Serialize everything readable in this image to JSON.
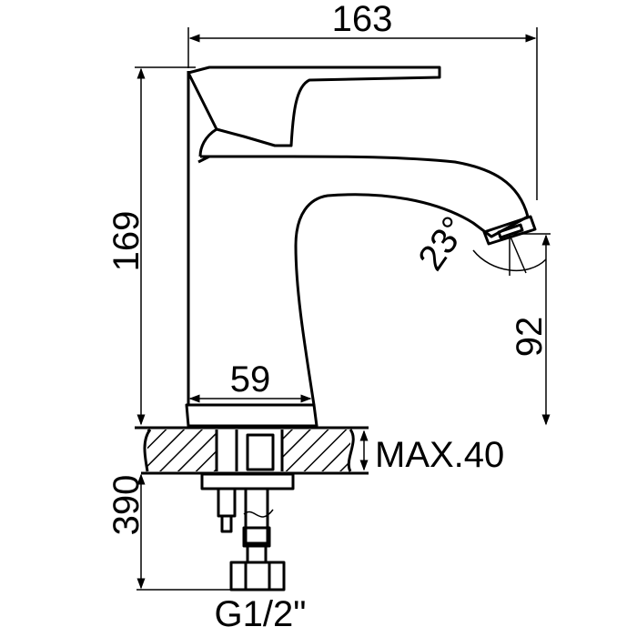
{
  "title": "Basin faucet dimension drawing",
  "dimensions": {
    "width": "163",
    "height": "169",
    "spout_height": "92",
    "base_diameter": "59",
    "angle": "23°",
    "max_thickness": "MAX.40",
    "hose_length": "390",
    "thread": "G1/2\""
  }
}
